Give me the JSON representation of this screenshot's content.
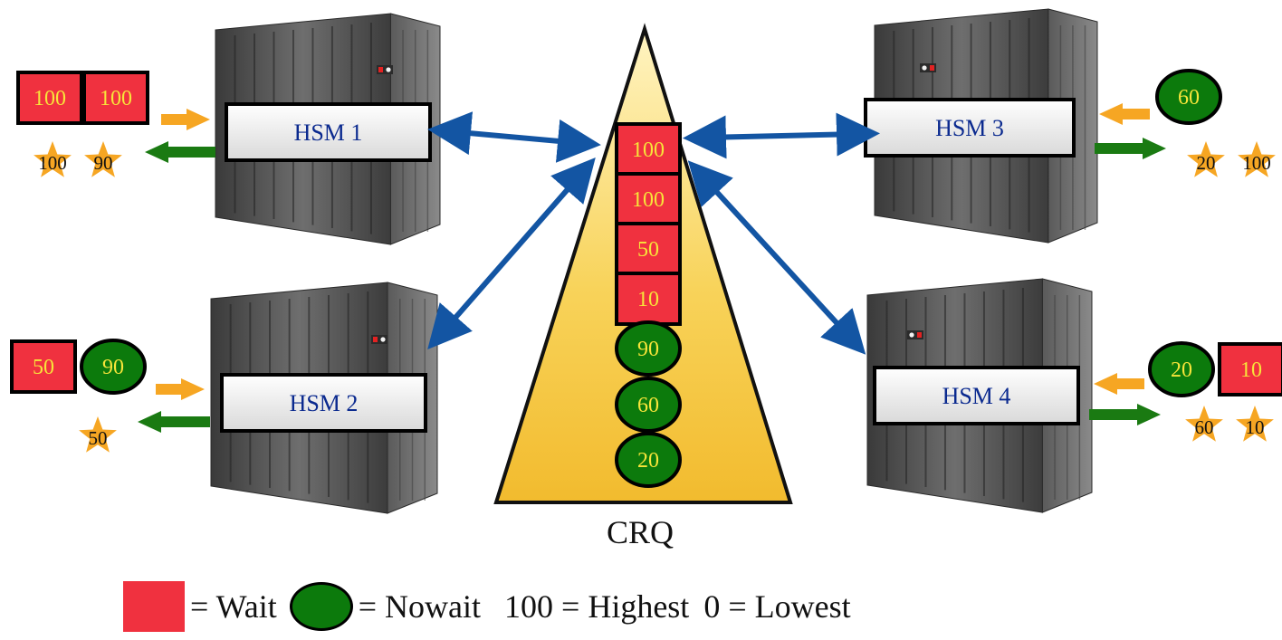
{
  "servers": [
    {
      "id": "hsm1",
      "label": "HSM 1"
    },
    {
      "id": "hsm2",
      "label": "HSM 2"
    },
    {
      "id": "hsm3",
      "label": "HSM 3"
    },
    {
      "id": "hsm4",
      "label": "HSM 4"
    }
  ],
  "queue": {
    "label": "CRQ",
    "items": [
      {
        "kind": "wait",
        "value": "100"
      },
      {
        "kind": "wait",
        "value": "100"
      },
      {
        "kind": "wait",
        "value": "50"
      },
      {
        "kind": "wait",
        "value": "10"
      },
      {
        "kind": "nowait",
        "value": "90"
      },
      {
        "kind": "nowait",
        "value": "60"
      },
      {
        "kind": "nowait",
        "value": "20"
      }
    ]
  },
  "incoming": {
    "hsm1": [
      {
        "kind": "wait",
        "value": "100"
      },
      {
        "kind": "wait",
        "value": "100"
      }
    ],
    "hsm2": [
      {
        "kind": "wait",
        "value": "50"
      },
      {
        "kind": "nowait",
        "value": "90"
      }
    ],
    "hsm3": [
      {
        "kind": "nowait",
        "value": "60"
      }
    ],
    "hsm4": [
      {
        "kind": "nowait",
        "value": "20"
      },
      {
        "kind": "wait",
        "value": "10"
      }
    ]
  },
  "completed": {
    "hsm1": [
      "100",
      "90"
    ],
    "hsm2": [
      "50"
    ],
    "hsm3": [
      "20",
      "100"
    ],
    "hsm4": [
      "60",
      "10"
    ]
  },
  "legend": {
    "wait_text": "= Wait",
    "nowait_text": "= Nowait",
    "highest_text": "100 = Highest",
    "lowest_text": "0 = Lowest"
  },
  "colors": {
    "wait": "#f0313f",
    "nowait": "#0c7a0c",
    "token_text": "#f7e53a",
    "server_label": "#0b2a8f",
    "arrow_in": "#f6a623",
    "arrow_out": "#1a7a12",
    "link_arrow": "#1355a3",
    "star": "#f6a623",
    "queue_fill": "#f4c542"
  },
  "icons": {
    "server": "server-cabinet-icon",
    "wait": "red-square-icon",
    "nowait": "green-circle-icon",
    "done": "star-icon"
  }
}
